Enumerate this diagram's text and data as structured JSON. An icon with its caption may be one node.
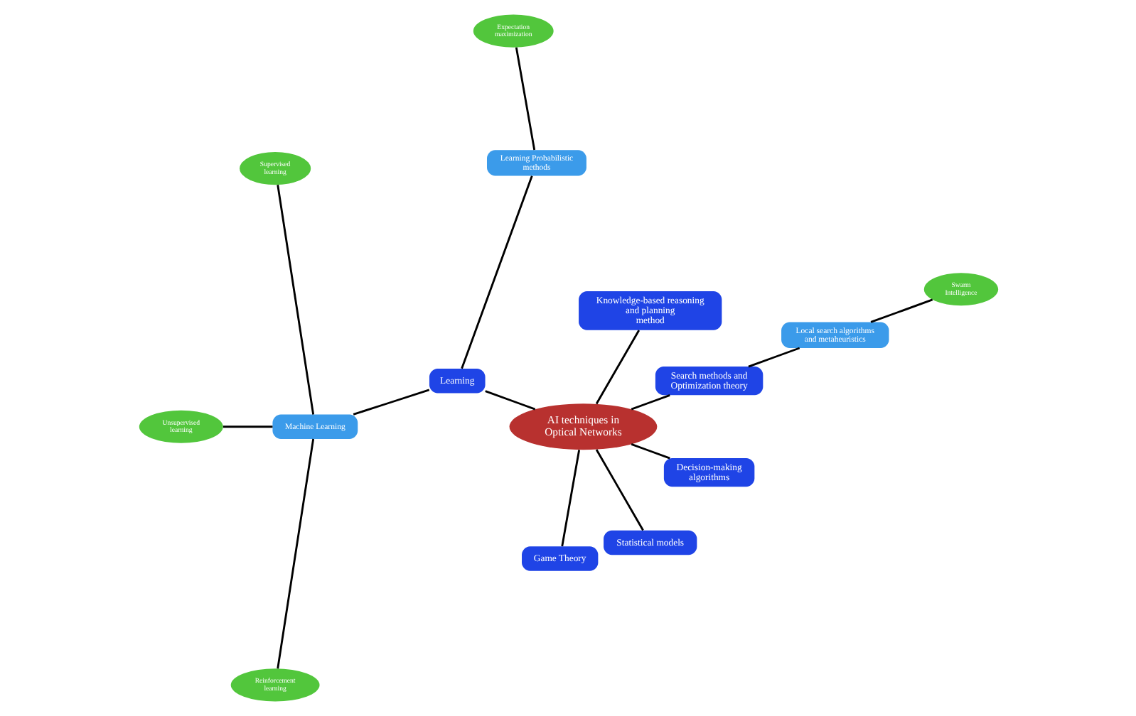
{
  "diagram": {
    "nodes": [
      {
        "text": [
          "AI techniques in Optical Networks"
        ]
      },
      {
        "text": [
          "Search methods and Optimization theory"
        ]
      },
      {
        "text": [
          "Local search algorithms and metaheuristics"
        ]
      },
      {
        "text": [
          "Swarm Intelligence"
        ]
      },
      {
        "text": [
          "Knowledge-based reasoning and planning method"
        ]
      },
      {
        "text": [
          "Learning"
        ]
      },
      {
        "text": [
          "Learning Probabilistic methods"
        ]
      },
      {
        "text": [
          "Expectation maximization"
        ]
      },
      {
        "text": [
          "Machine Learning"
        ]
      },
      {
        "text": [
          "Supervised learning"
        ]
      },
      {
        "text": [
          "Unsupervised learning"
        ]
      },
      {
        "text": [
          "Reinforcement learning"
        ]
      },
      {
        "text": [
          "Game Theory"
        ]
      },
      {
        "text": [
          "Statistical models"
        ]
      },
      {
        "text": [
          "Decision-making algorithms"
        ]
      }
    ],
    "edges": [
      {
        "from": 0,
        "to": 1,
        "arrow": "none"
      },
      {
        "from": 1,
        "to": 2,
        "arrow": "none"
      },
      {
        "from": 2,
        "to": 3,
        "arrow": "none"
      },
      {
        "from": 0,
        "to": 4,
        "arrow": "none"
      },
      {
        "from": 0,
        "to": 5,
        "arrow": "none"
      },
      {
        "from": 5,
        "to": 6,
        "arrow": "none"
      },
      {
        "from": 6,
        "to": 7,
        "arrow": "none"
      },
      {
        "from": 5,
        "to": 8,
        "arrow": "none"
      },
      {
        "from": 8,
        "to": 9,
        "arrow": "none"
      },
      {
        "from": 8,
        "to": 10,
        "arrow": "none"
      },
      {
        "from": 8,
        "to": 11,
        "arrow": "none"
      },
      {
        "from": 0,
        "to": 12,
        "arrow": "none"
      },
      {
        "from": 0,
        "to": 13,
        "arrow": "none"
      },
      {
        "from": 0,
        "to": 14,
        "arrow": "none"
      }
    ]
  }
}
